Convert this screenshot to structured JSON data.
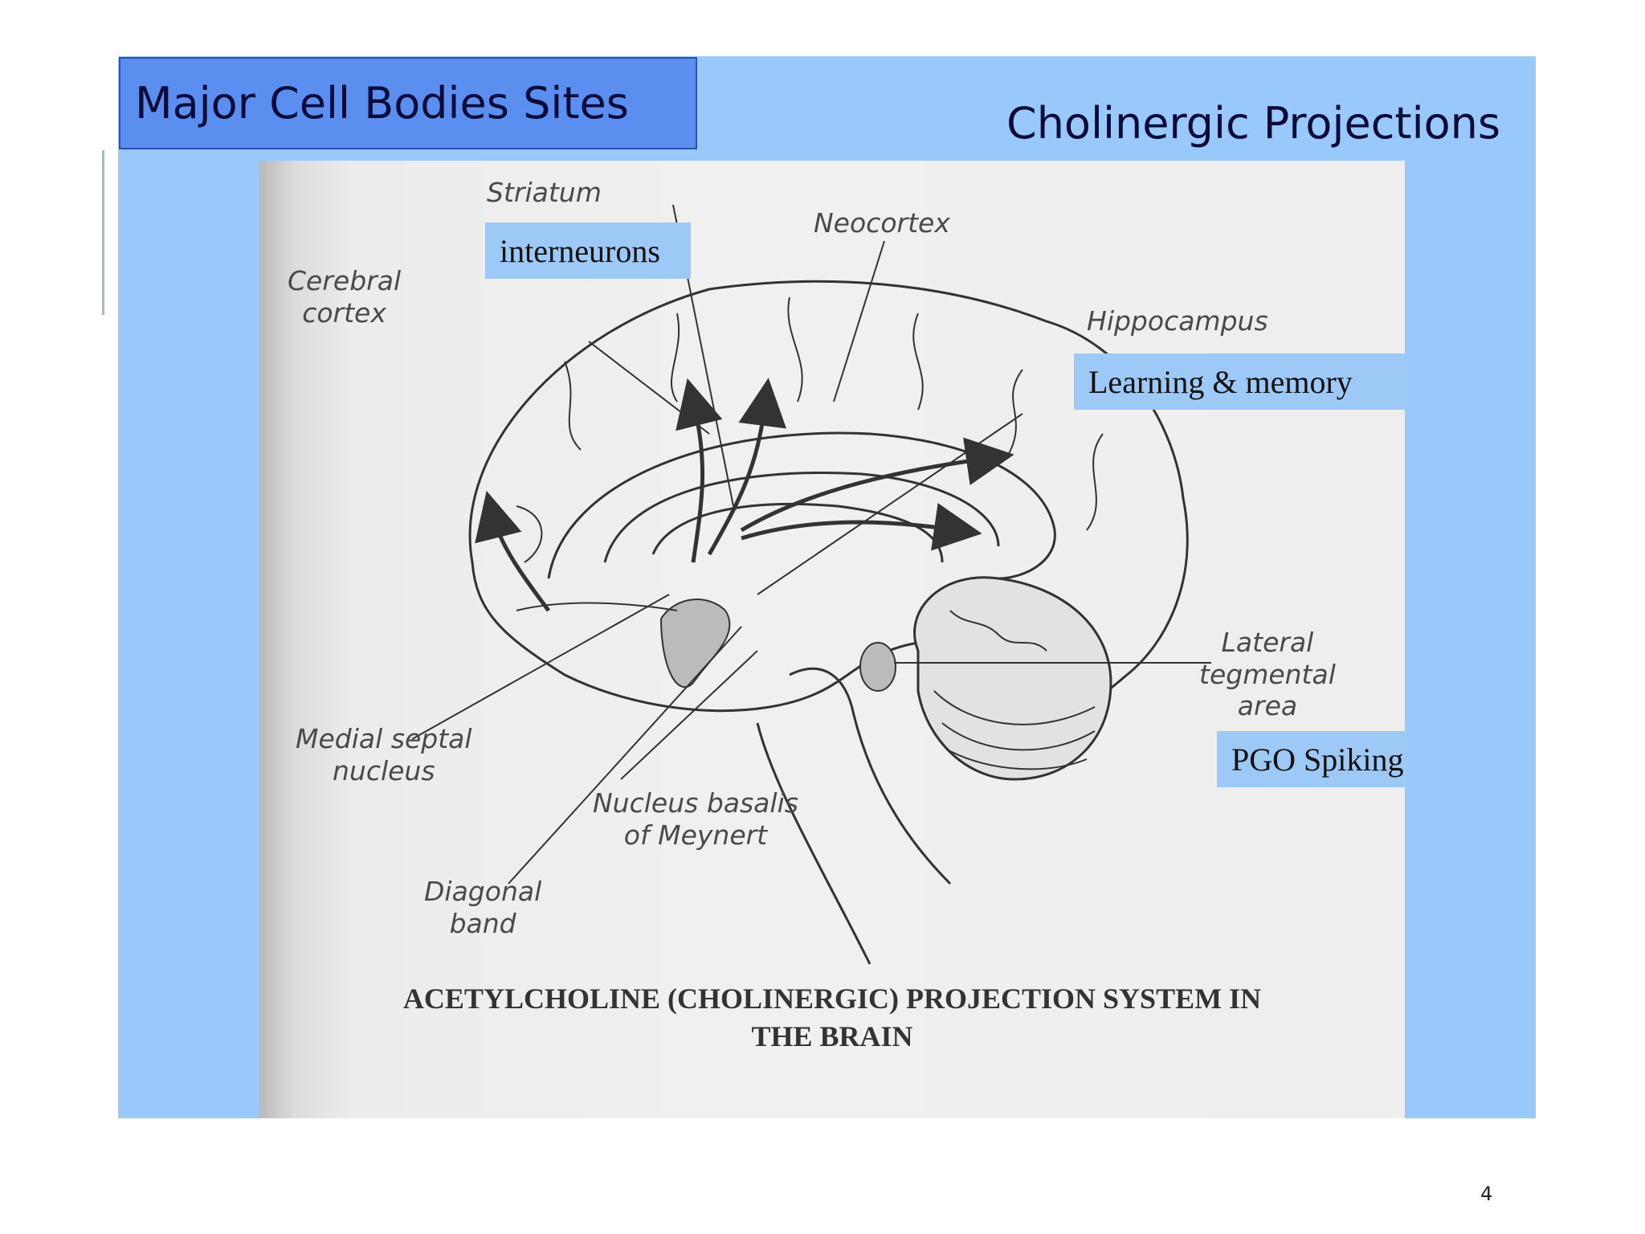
{
  "slide": {
    "heading": "Major Cell Bodies Sites",
    "title": "Cholinergic Projections",
    "page_number": "4"
  },
  "figure": {
    "labels": {
      "striatum": "Striatum",
      "neocortex": "Neocortex",
      "cerebral_cortex_line1": "Cerebral",
      "cerebral_cortex_line2": "cortex",
      "hippocampus": "Hippocampus",
      "lateral_tegmental_line1": "Lateral",
      "lateral_tegmental_line2": "tegmental",
      "lateral_tegmental_line3": "area",
      "medial_septal_line1": "Medial septal",
      "medial_septal_line2": "nucleus",
      "nucleus_basalis_line1": "Nucleus basalis",
      "nucleus_basalis_line2": "of Meynert",
      "diagonal_band_line1": "Diagonal",
      "diagonal_band_line2": "band"
    },
    "caption_line1": "ACETYLCHOLINE (CHOLINERGIC) PROJECTION SYSTEM IN",
    "caption_line2": "THE BRAIN"
  },
  "annotations": {
    "interneurons": "interneurons",
    "learning_memory": "Learning & memory",
    "pgo_spiking": "PGO Spiking"
  },
  "colors": {
    "panel": "#99c8fb",
    "heading_box": "#5a8ff0",
    "tag": "#9dc9f7"
  }
}
